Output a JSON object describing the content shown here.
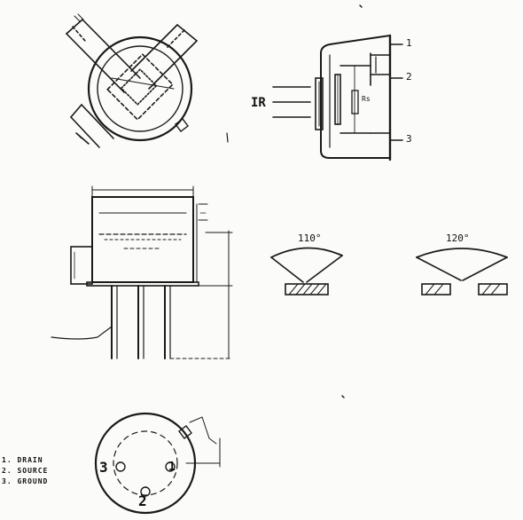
{
  "sensor_schematic": {
    "input_label": "IR",
    "pin_labels": [
      "1",
      "2",
      "3"
    ],
    "resistor_label": "Rs"
  },
  "pinout": {
    "pins": [
      "1",
      "2",
      "3"
    ],
    "legend": [
      {
        "number": "1.",
        "name": "DRAIN"
      },
      {
        "number": "2.",
        "name": "SOURCE"
      },
      {
        "number": "3.",
        "name": "GROUND"
      }
    ]
  },
  "view_angles": [
    "110°",
    "120°"
  ]
}
